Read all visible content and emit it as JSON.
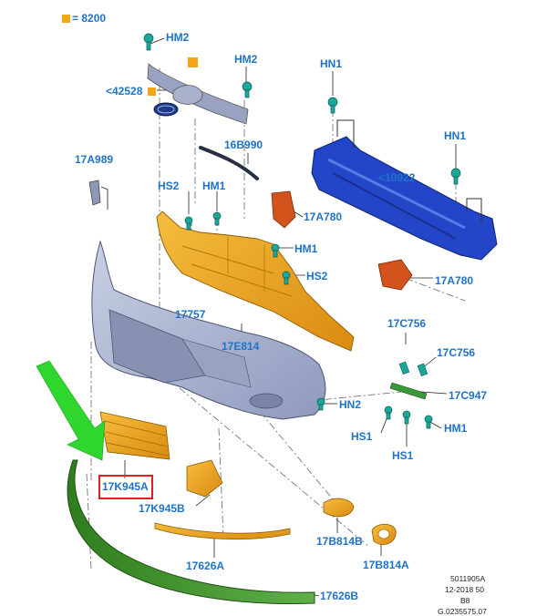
{
  "legend": {
    "quantity_label": "= 8200"
  },
  "labels": {
    "hm2_a": "HM2",
    "hm2_b": "HM2",
    "l42528": "<42528",
    "hn1_a": "HN1",
    "hn1_b": "HN1",
    "l16b990": "16B990",
    "l17a989": "17A989",
    "hs2_a": "HS2",
    "hm1_a": "HM1",
    "l10922": "<10922",
    "l17a780_a": "17A780",
    "hm1_b": "HM1",
    "hs2_b": "HS2",
    "l17a780_b": "17A780",
    "l17757": "17757",
    "l17e814": "17E814",
    "l17c756_a": "17C756",
    "l17c756_b": "17C756",
    "l17c947": "17C947",
    "hn2": "HN2",
    "hs1_a": "HS1",
    "hm1_c": "HM1",
    "hs1_b": "HS1",
    "l17k945a": "17K945A",
    "l17k945b": "17K945B",
    "l17b814b": "17B814B",
    "l17626a": "17626A",
    "l17b814a": "17B814A",
    "l17626b": "17626B"
  },
  "footer": {
    "line1": "5011905A",
    "line2": "12-2018 50",
    "line3": "B8",
    "line4": "G.0235575.07"
  },
  "colors": {
    "label_blue": "#1e73c8",
    "bumper_grey": "#a9b3cf",
    "absorber_orange": "#e8a21c",
    "bracket_rust": "#d2541c",
    "beam_blue": "#2346c8",
    "spoiler_green": "#3f8f2a",
    "clip_teal": "#1aa89a",
    "arrow_green": "#2ed62e",
    "highlight_red": "#e02020"
  }
}
